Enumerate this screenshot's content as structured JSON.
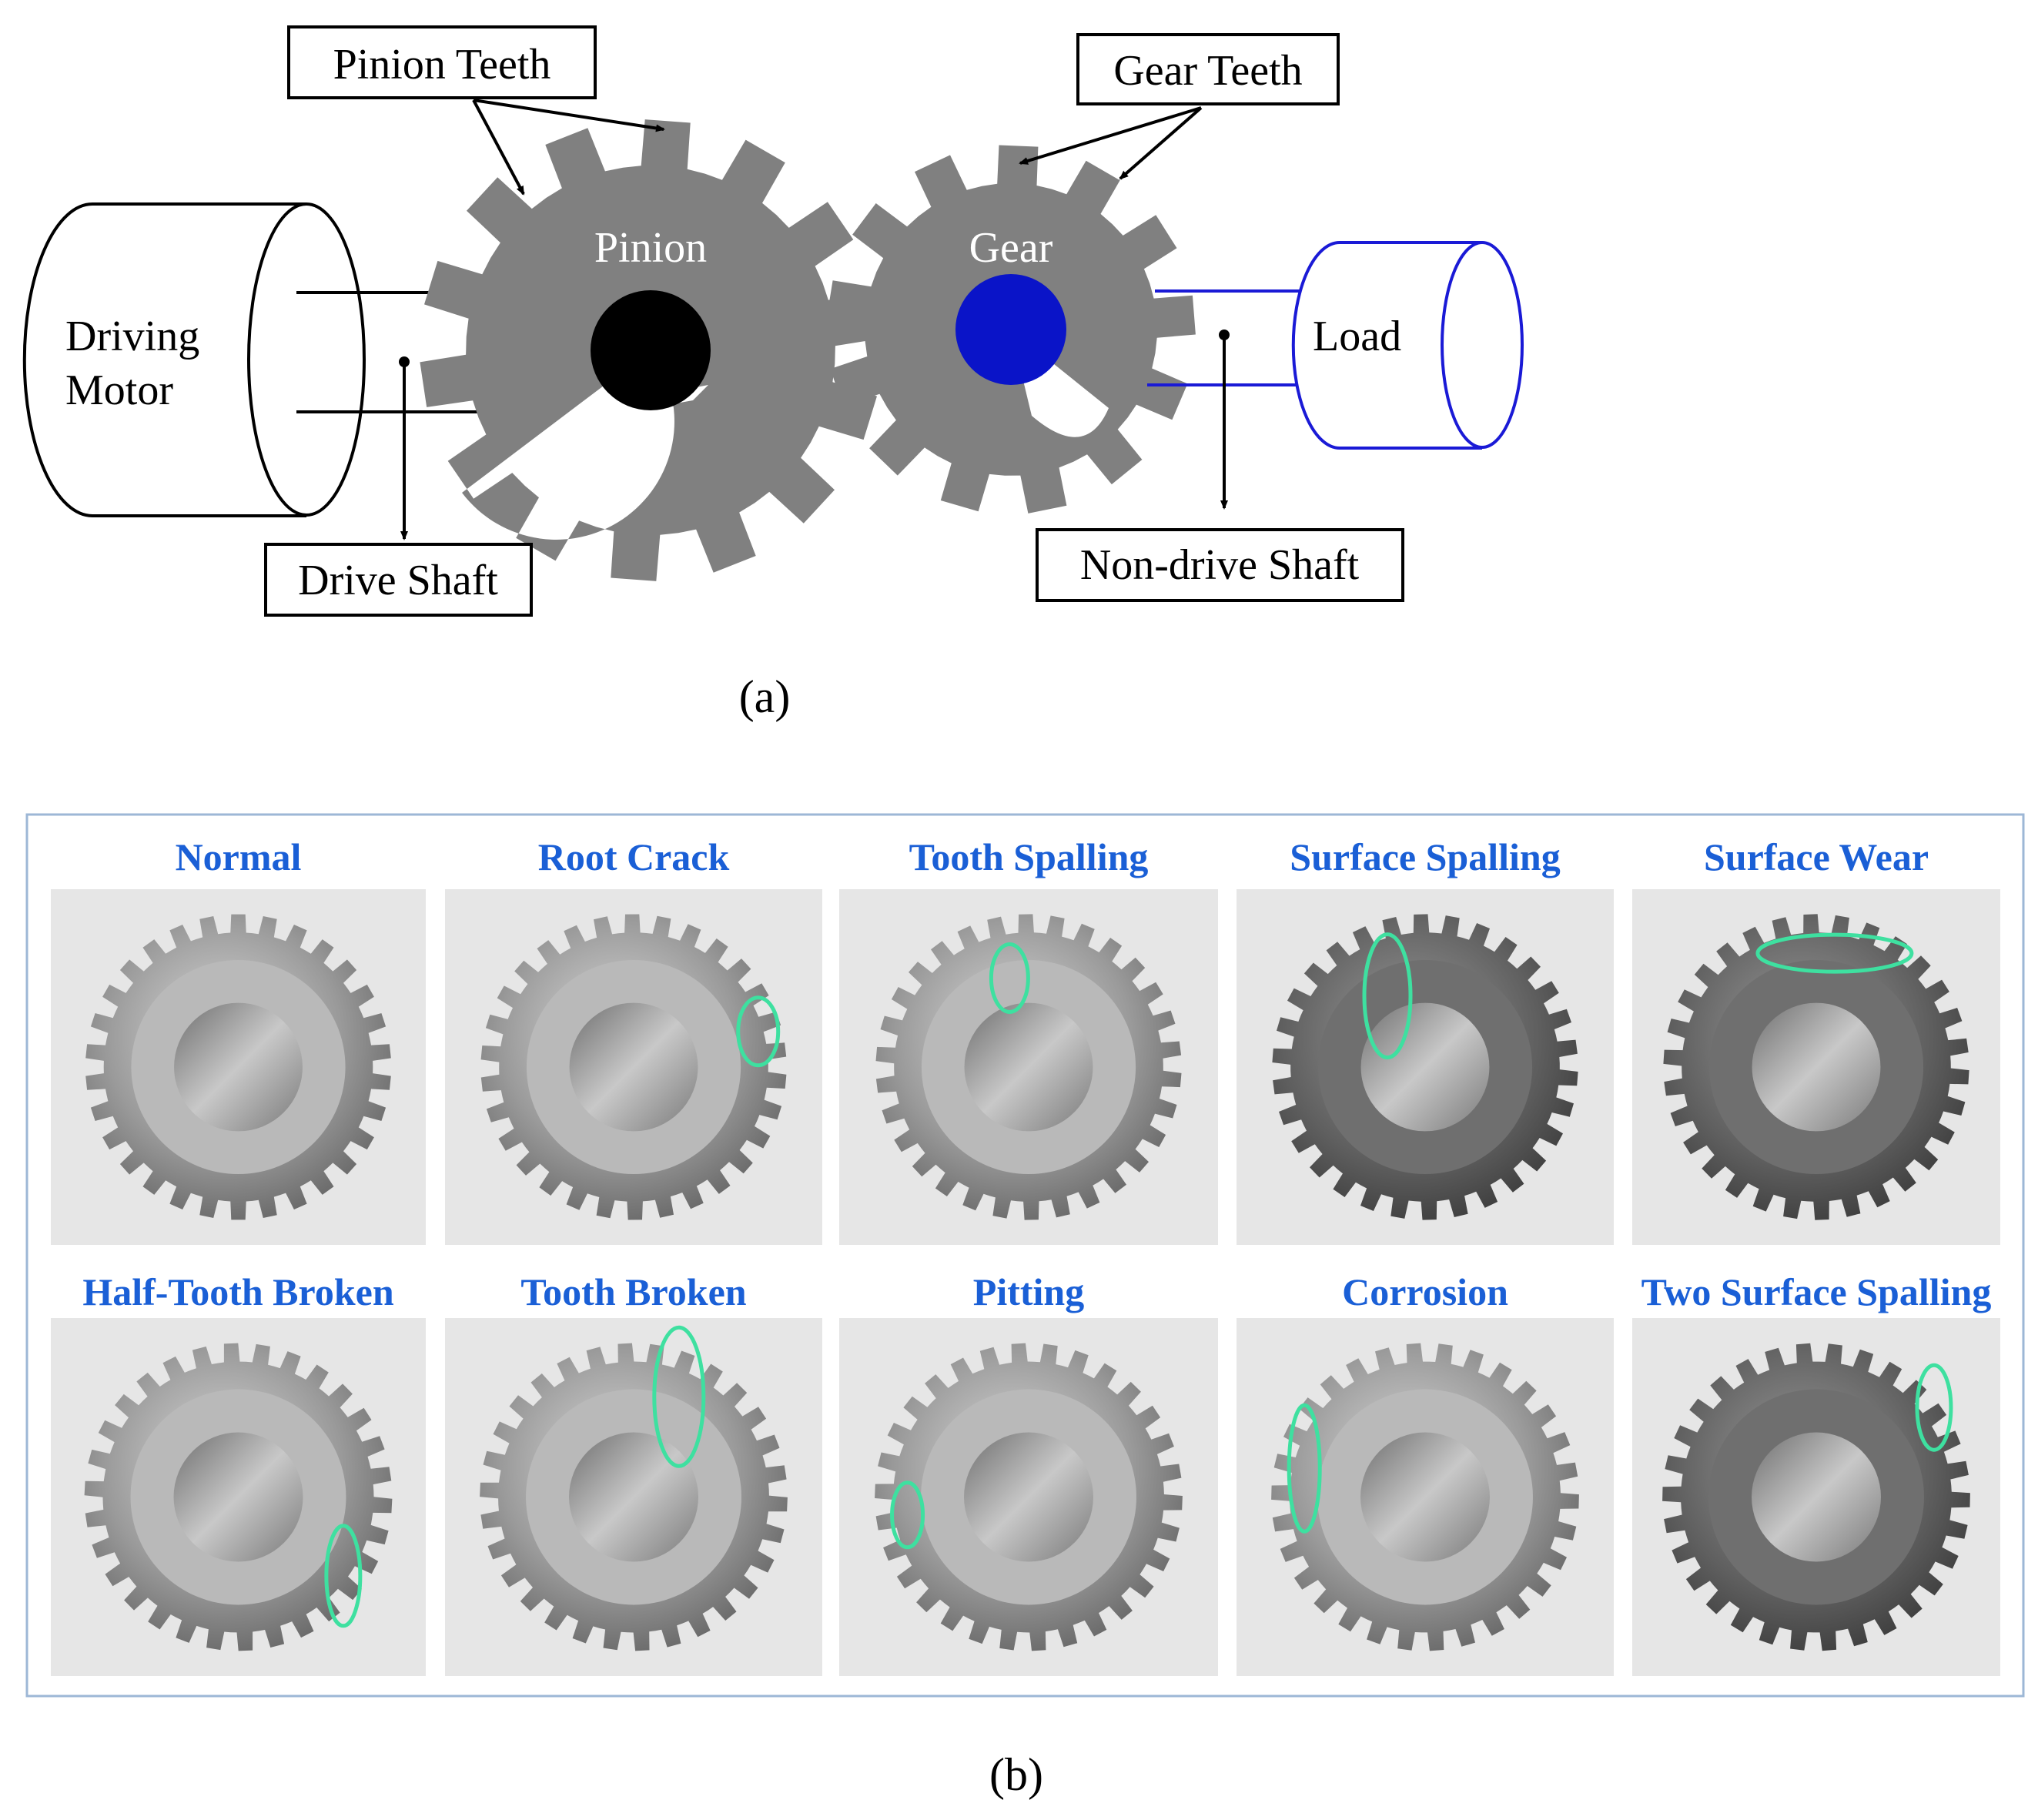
{
  "panel_a": {
    "caption": "(a)",
    "labels": {
      "pinion_teeth": "Pinion Teeth",
      "gear_teeth": "Gear Teeth",
      "pinion": "Pinion",
      "gear": "Gear",
      "driving_motor_line1": "Driving",
      "driving_motor_line2": "Motor",
      "load": "Load",
      "drive_shaft": "Drive Shaft",
      "non_drive_shaft": "Non-drive Shaft"
    },
    "colors": {
      "gear_fill": "#808080",
      "pinion_hub": "#000000",
      "gear_hub": "#0a14c8",
      "load_outline": "#1a1ad6",
      "motor_outline": "#000000"
    }
  },
  "panel_b": {
    "caption": "(b)",
    "frame_color": "#9db7d6",
    "title_color": "#1a5fd6",
    "highlight_color": "#3ee0a0",
    "conditions": [
      {
        "label": "Normal"
      },
      {
        "label": "Root Crack"
      },
      {
        "label": "Tooth Spalling"
      },
      {
        "label": "Surface Spalling"
      },
      {
        "label": "Surface Wear"
      },
      {
        "label": "Half-Tooth Broken"
      },
      {
        "label": "Tooth Broken"
      },
      {
        "label": "Pitting"
      },
      {
        "label": "Corrosion"
      },
      {
        "label": "Two Surface Spalling"
      }
    ]
  }
}
